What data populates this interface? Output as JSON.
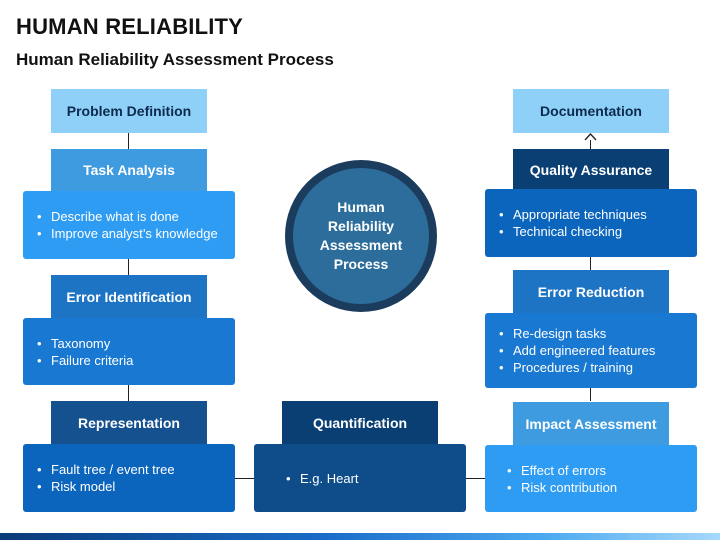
{
  "header": {
    "title": "HUMAN RELIABILITY",
    "subtitle": "Human Reliability Assessment Process"
  },
  "center": {
    "lines": [
      "Human",
      "Reliability",
      "Assessment",
      "Process"
    ]
  },
  "left": {
    "problem_definition": "Problem Definition",
    "task_analysis": {
      "title": "Task Analysis",
      "bullets": [
        "Describe what is done",
        "Improve analyst’s knowledge"
      ]
    },
    "error_identification": {
      "title": "Error Identification",
      "bullets": [
        "Taxonomy",
        "Failure criteria"
      ]
    },
    "representation": {
      "title": "Representation",
      "bullets": [
        "Fault tree / event tree",
        "Risk model"
      ]
    }
  },
  "middle": {
    "quantification": {
      "title": "Quantification",
      "bullets": [
        "E.g. Heart"
      ]
    }
  },
  "right": {
    "documentation": "Documentation",
    "quality_assurance": {
      "title": "Quality Assurance",
      "bullets": [
        "Appropriate techniques",
        "Technical checking"
      ]
    },
    "error_reduction": {
      "title": "Error Reduction",
      "bullets": [
        "Re-design tasks",
        "Add engineered features",
        "Procedures / training"
      ]
    },
    "impact_assessment": {
      "title": "Impact Assessment",
      "bullets": [
        "Effect of errors",
        "Risk contribution"
      ]
    }
  }
}
